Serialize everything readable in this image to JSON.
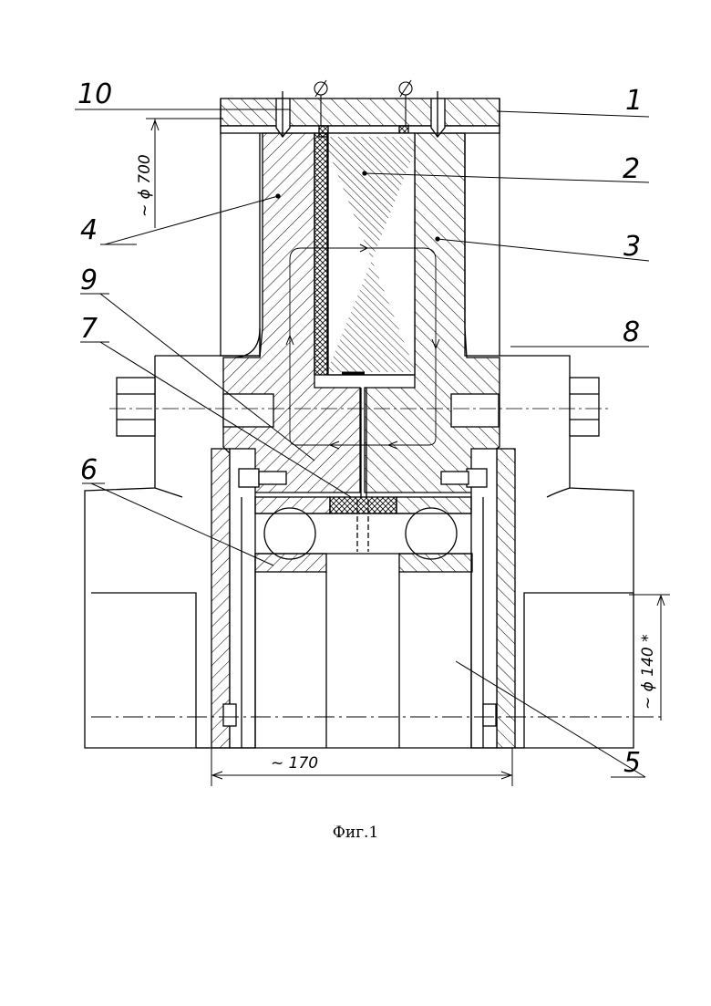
{
  "figure": {
    "caption": "Фиг.1",
    "part_labels": [
      "1",
      "2",
      "3",
      "4",
      "5",
      "6",
      "7",
      "8",
      "9",
      "10"
    ],
    "dimensions": {
      "outer_diameter": "~ ϕ 700",
      "shaft_diameter": "~ ϕ 140 *",
      "width": "~ 170"
    },
    "ground_symbol": "Ø"
  }
}
